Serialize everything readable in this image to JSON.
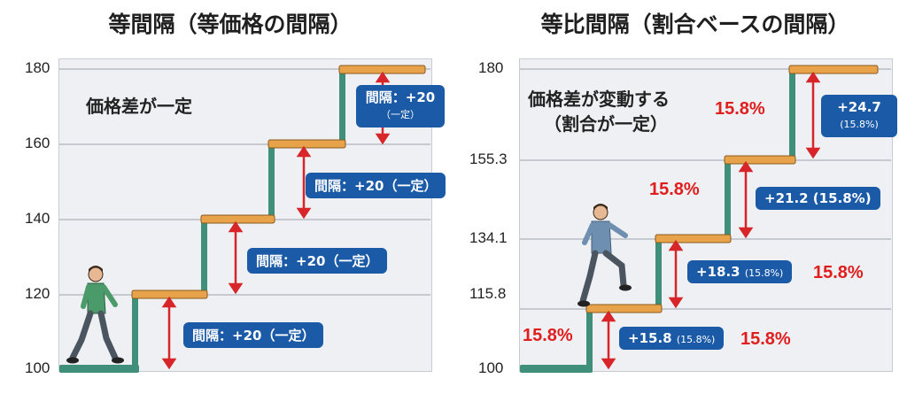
{
  "left_panel": {
    "title": "等間隔（等価格の間隔）",
    "y_ticks": [
      "180",
      "160",
      "140",
      "120",
      "100"
    ],
    "callout": "価格差が一定",
    "badges": [
      {
        "main": "間隔：+20",
        "sub": "（一定）"
      },
      {
        "main": "間隔：+20（一定）"
      },
      {
        "main": "間隔：+20（一定）"
      },
      {
        "main": "間隔：+20（一定）"
      }
    ]
  },
  "right_panel": {
    "title": "等比間隔（割合ベースの間隔）",
    "y_ticks": [
      "180",
      "155.3",
      "134.1",
      "115.8",
      "100"
    ],
    "callout_line1": "価格差が変動する",
    "callout_line2": "（割合が一定）",
    "badges": [
      {
        "main": "+24.7",
        "sub": "(15.8%)"
      },
      {
        "main": "+21.2 (15.8%)"
      },
      {
        "main": "+18.3",
        "sub": "(15.8%)"
      },
      {
        "main": "+15.8",
        "sub": "(15.8%)"
      }
    ],
    "percent_labels": [
      "15.8%",
      "15.8%",
      "15.8%",
      "15.8%",
      "15.8%"
    ]
  },
  "colors": {
    "step_top": "#e8a34a",
    "step_riser": "#3f8f7a",
    "arrow": "#d7252a",
    "badge": "#1a5aa6",
    "percent": "#e01e1e",
    "walker_left_shirt": "#4a9a6a",
    "walker_right_shirt": "#6f8fb0"
  }
}
